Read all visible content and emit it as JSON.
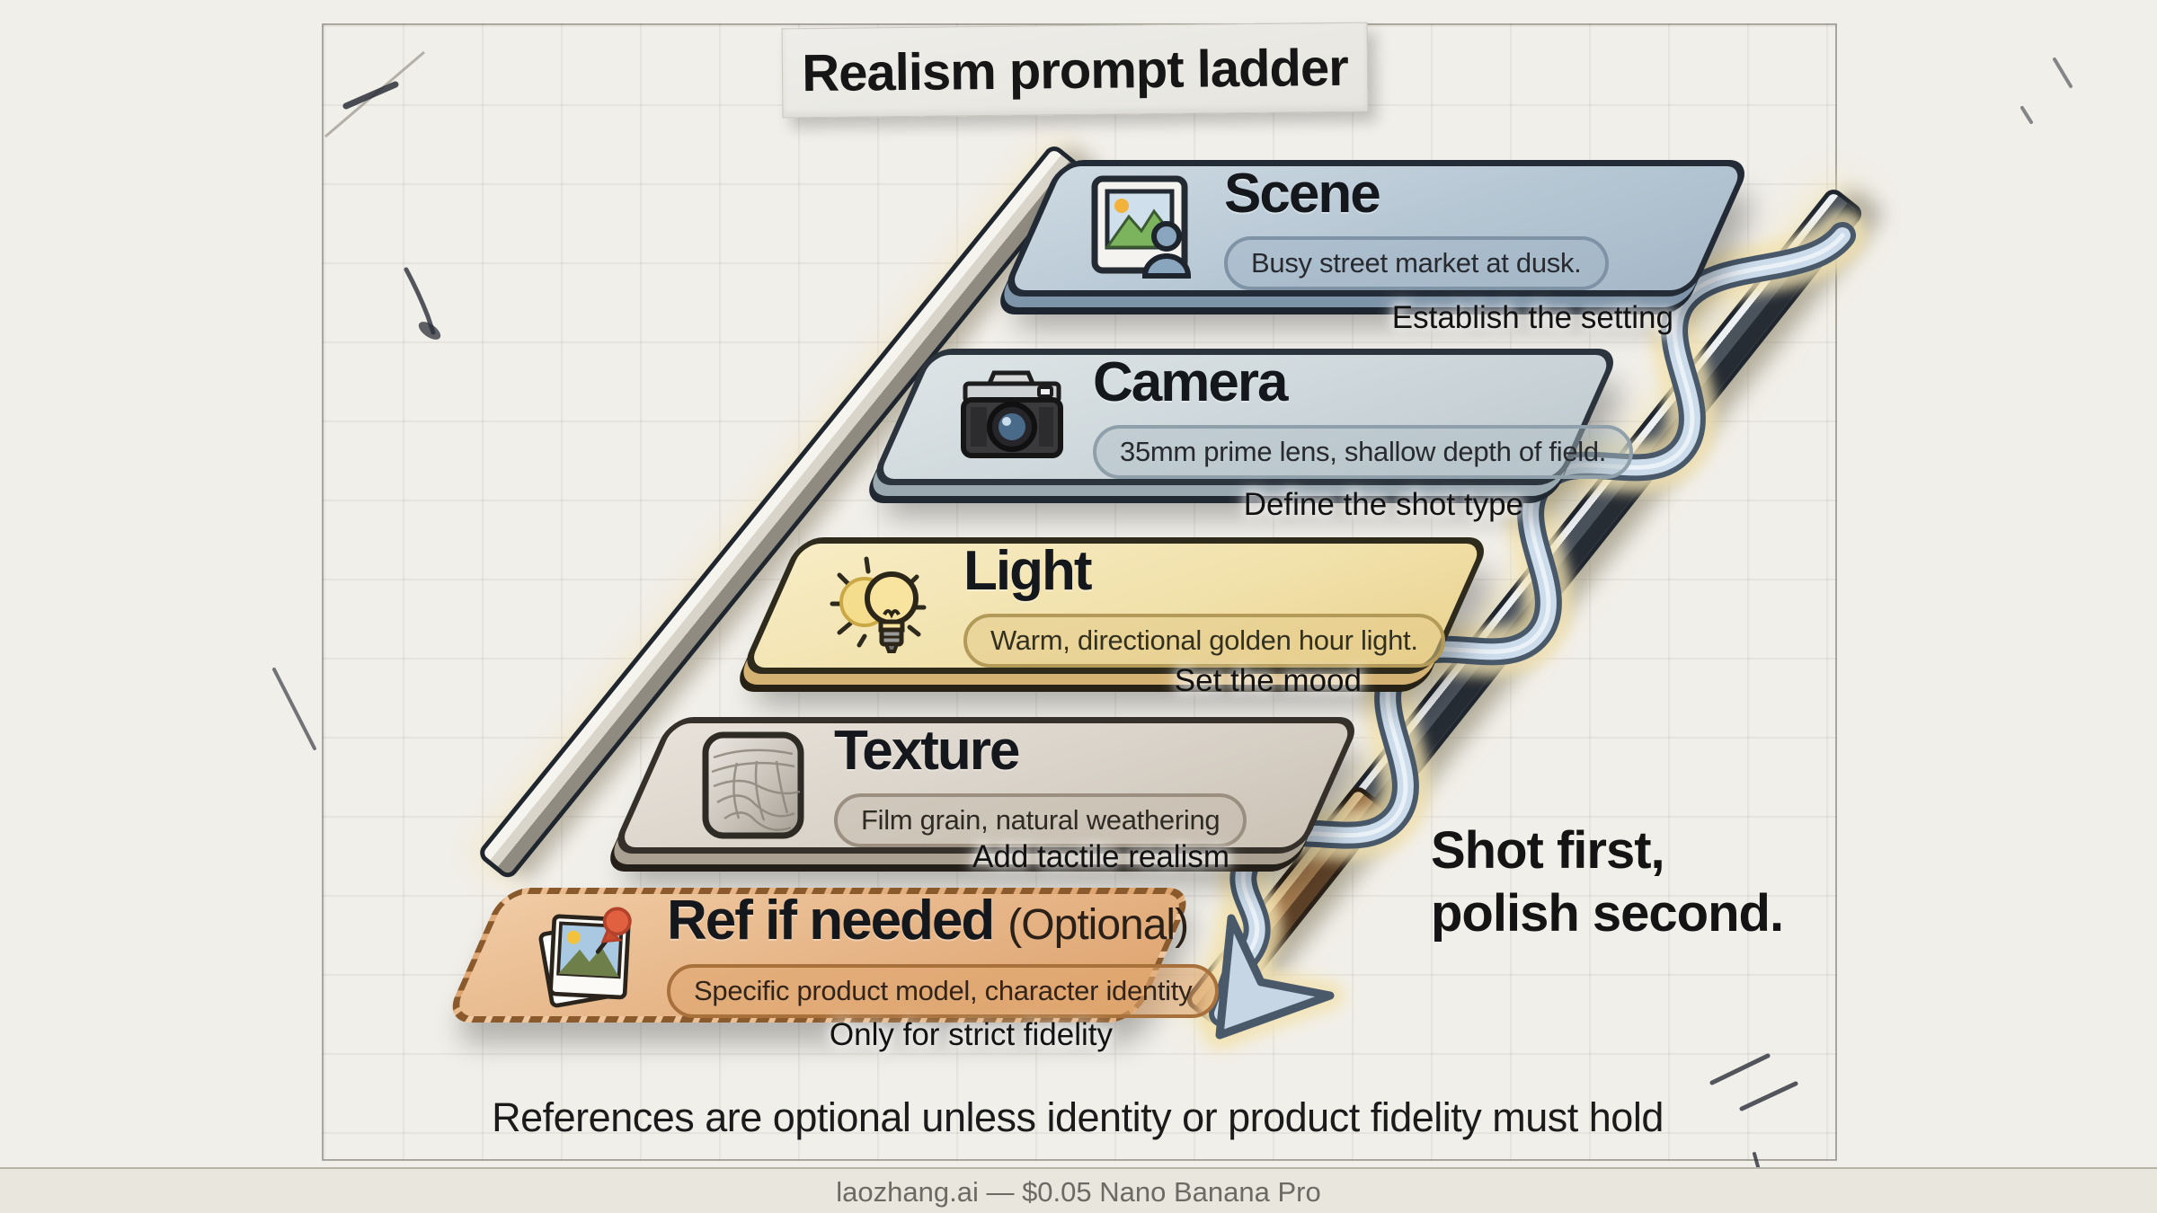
{
  "title": "Realism prompt ladder",
  "rungs": [
    {
      "icon": "photo-icon",
      "title": "Scene",
      "example": "Busy street market at dusk.",
      "caption": "Establish the setting",
      "color": "#b9c9d6"
    },
    {
      "icon": "camera-icon",
      "title": "Camera",
      "example": "35mm prime lens, shallow depth of field.",
      "caption": "Define the shot type",
      "color": "#cdd7db"
    },
    {
      "icon": "bulb-icon",
      "title": "Light",
      "example": "Warm, directional golden hour light.",
      "caption": "Set the mood",
      "color": "#f1e2ad"
    },
    {
      "icon": "texture-icon",
      "title": "Texture",
      "example": "Film grain, natural weathering",
      "caption": "Add tactile realism",
      "color": "#dbd4ca"
    },
    {
      "icon": "ref-photos-icon",
      "title": "Ref if needed",
      "title_suffix": "(Optional)",
      "example": "Specific product model, character identity",
      "caption": "Only for strict fidelity",
      "color": "#e6b486"
    }
  ],
  "side_note": {
    "line1": "Shot first,",
    "line2": "polish second."
  },
  "bottom_note": "References are optional unless identity or product fidelity must hold",
  "footer": "laozhang.ai — $0.05 Nano Banana Pro",
  "colors": {
    "paper": "#f1efe9",
    "arrow_fill": "#ccdceb",
    "arrow_outline": "#49596a",
    "glow": "#f3e3b2",
    "rail_dark": "#2a313a",
    "rail_light": "#efece4",
    "ref_dash": "#8a5a2c"
  }
}
